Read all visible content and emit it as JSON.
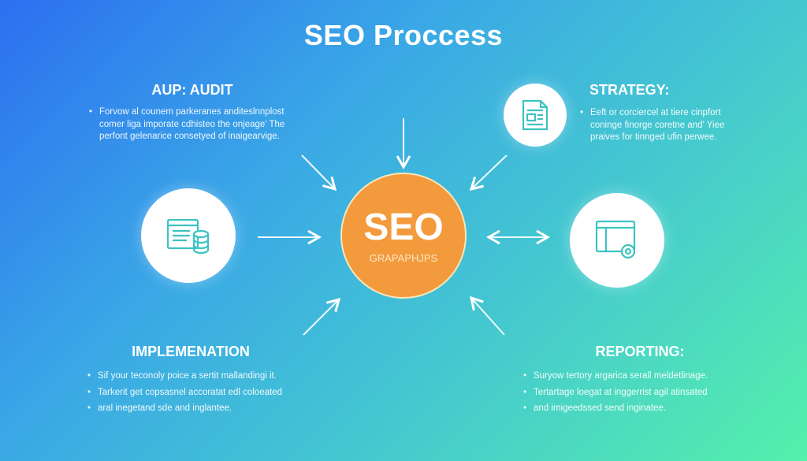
{
  "title": "SEO Proccess",
  "center": {
    "label": "SEO",
    "sublabel": "GRAPAPHJPS",
    "color": "#f39a3c"
  },
  "sections": {
    "audit": {
      "heading": "AUP: AUDIT",
      "lines": [
        "Forvow al counem parkeranes anditeslnnplost",
        "comer liga imporate cdhisteo the onjeage' The",
        "perfont gelenarice consetyed of inaigearvige."
      ]
    },
    "strategy": {
      "heading": "STRATEGY:",
      "lines": [
        "Eeft or corciercel at tiere cinpfort",
        "coninge finorge coretne and' Yiee",
        "praives for tinnged ufin perwee."
      ]
    },
    "implementation": {
      "heading": "IMPLEMENATION",
      "bullets": [
        "Sif your teconoly poice a sertit mallandingi it.",
        "Tarkerit get copsasnel accoratat edl coloeated",
        "aral inegetand sde and inglantee."
      ]
    },
    "reporting": {
      "heading": "REPORTING:",
      "bullets": [
        "Suryow tertory argarica serall meldetlinage.",
        "Tertartage loegat at inggerrist agil atinsated",
        "and imigeedssed send inginatee."
      ]
    }
  },
  "colors": {
    "icon": "#3cc3c0",
    "bg_start": "#2c6ff0",
    "bg_end": "#55f0ab"
  }
}
